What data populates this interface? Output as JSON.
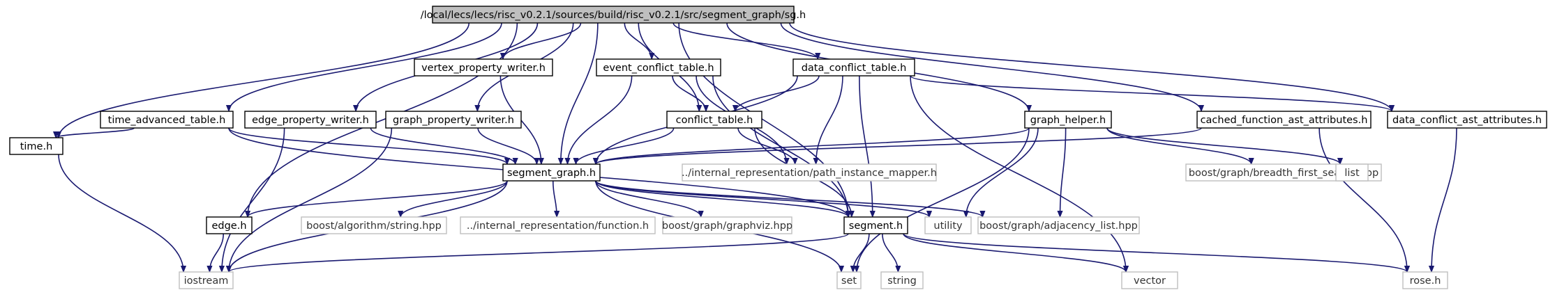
{
  "colors": {
    "edge": "#191970",
    "root_fill": "#bfbfbf",
    "local_border": "#000000",
    "external_border": "#bfbfbf"
  },
  "nodes": [
    {
      "id": "sg_h",
      "label": "/local/lecs/lecs/risc_v0.2.1/sources/build/risc_v0.2.1/src/segment_graph/sg.h",
      "kind": "root"
    },
    {
      "id": "time_h",
      "label": "time.h",
      "kind": "local"
    },
    {
      "id": "time_advanced_table_h",
      "label": "time_advanced_table.h",
      "kind": "local"
    },
    {
      "id": "edge_property_writer_h",
      "label": "edge_property_writer.h",
      "kind": "local"
    },
    {
      "id": "graph_property_writer_h",
      "label": "graph_property_writer.h",
      "kind": "local"
    },
    {
      "id": "vertex_property_writer_h",
      "label": "vertex_property_writer.h",
      "kind": "local"
    },
    {
      "id": "event_conflict_table_h",
      "label": "event_conflict_table.h",
      "kind": "local"
    },
    {
      "id": "data_conflict_table_h",
      "label": "data_conflict_table.h",
      "kind": "local"
    },
    {
      "id": "conflict_table_h",
      "label": "conflict_table.h",
      "kind": "local"
    },
    {
      "id": "graph_helper_h",
      "label": "graph_helper.h",
      "kind": "local"
    },
    {
      "id": "cached_function_ast_attributes_h",
      "label": "cached_function_ast_attributes.h",
      "kind": "local"
    },
    {
      "id": "data_conflict_ast_attributes_h",
      "label": "data_conflict_ast_attributes.h",
      "kind": "local"
    },
    {
      "id": "segment_graph_h",
      "label": "segment_graph.h",
      "kind": "local"
    },
    {
      "id": "path_instance_mapper_h",
      "label": "../internal_representation/path_instance_mapper.h",
      "kind": "external"
    },
    {
      "id": "breadth_first_search_hpp",
      "label": "boost/graph/breadth_first_search.hpp",
      "kind": "external"
    },
    {
      "id": "list",
      "label": "list",
      "kind": "external"
    },
    {
      "id": "edge_h",
      "label": "edge.h",
      "kind": "local"
    },
    {
      "id": "algorithm_string_hpp",
      "label": "boost/algorithm/string.hpp",
      "kind": "external"
    },
    {
      "id": "function_h",
      "label": "../internal_representation/function.h",
      "kind": "external"
    },
    {
      "id": "graphviz_hpp",
      "label": "boost/graph/graphviz.hpp",
      "kind": "external"
    },
    {
      "id": "segment_h",
      "label": "segment.h",
      "kind": "local"
    },
    {
      "id": "utility",
      "label": "utility",
      "kind": "external"
    },
    {
      "id": "adjacency_list_hpp",
      "label": "boost/graph/adjacency_list.hpp",
      "kind": "external"
    },
    {
      "id": "iostream",
      "label": "iostream",
      "kind": "external"
    },
    {
      "id": "set",
      "label": "set",
      "kind": "external"
    },
    {
      "id": "string",
      "label": "string",
      "kind": "external"
    },
    {
      "id": "vector",
      "label": "vector",
      "kind": "external"
    },
    {
      "id": "rose_h",
      "label": "rose.h",
      "kind": "external"
    }
  ],
  "edges": [
    [
      "sg_h",
      "time_h"
    ],
    [
      "sg_h",
      "edge_h"
    ],
    [
      "sg_h",
      "time_advanced_table_h"
    ],
    [
      "sg_h",
      "edge_property_writer_h"
    ],
    [
      "sg_h",
      "graph_property_writer_h"
    ],
    [
      "sg_h",
      "vertex_property_writer_h"
    ],
    [
      "sg_h",
      "segment_graph_h"
    ],
    [
      "sg_h",
      "event_conflict_table_h"
    ],
    [
      "sg_h",
      "conflict_table_h"
    ],
    [
      "sg_h",
      "data_conflict_table_h"
    ],
    [
      "sg_h",
      "segment_h"
    ],
    [
      "sg_h",
      "graph_helper_h"
    ],
    [
      "sg_h",
      "cached_function_ast_attributes_h"
    ],
    [
      "sg_h",
      "data_conflict_ast_attributes_h"
    ],
    [
      "time_advanced_table_h",
      "time_h"
    ],
    [
      "time_advanced_table_h",
      "segment_graph_h"
    ],
    [
      "time_advanced_table_h",
      "segment_h"
    ],
    [
      "edge_property_writer_h",
      "iostream"
    ],
    [
      "edge_property_writer_h",
      "segment_graph_h"
    ],
    [
      "graph_property_writer_h",
      "iostream"
    ],
    [
      "graph_property_writer_h",
      "segment_graph_h"
    ],
    [
      "vertex_property_writer_h",
      "segment_graph_h"
    ],
    [
      "event_conflict_table_h",
      "segment_graph_h"
    ],
    [
      "event_conflict_table_h",
      "conflict_table_h"
    ],
    [
      "event_conflict_table_h",
      "path_instance_mapper_h"
    ],
    [
      "event_conflict_table_h",
      "segment_h"
    ],
    [
      "data_conflict_table_h",
      "conflict_table_h"
    ],
    [
      "data_conflict_table_h",
      "segment_graph_h"
    ],
    [
      "data_conflict_table_h",
      "path_instance_mapper_h"
    ],
    [
      "data_conflict_table_h",
      "segment_h"
    ],
    [
      "data_conflict_table_h",
      "vector"
    ],
    [
      "data_conflict_table_h",
      "data_conflict_ast_attributes_h"
    ],
    [
      "conflict_table_h",
      "segment_graph_h"
    ],
    [
      "conflict_table_h",
      "path_instance_mapper_h"
    ],
    [
      "conflict_table_h",
      "segment_h"
    ],
    [
      "graph_helper_h",
      "segment_graph_h"
    ],
    [
      "graph_helper_h",
      "breadth_first_search_hpp"
    ],
    [
      "graph_helper_h",
      "list"
    ],
    [
      "graph_helper_h",
      "utility"
    ],
    [
      "graph_helper_h",
      "adjacency_list_hpp"
    ],
    [
      "graph_helper_h",
      "set"
    ],
    [
      "cached_function_ast_attributes_h",
      "segment_graph_h"
    ],
    [
      "cached_function_ast_attributes_h",
      "rose_h"
    ],
    [
      "data_conflict_ast_attributes_h",
      "rose_h"
    ],
    [
      "segment_graph_h",
      "edge_h"
    ],
    [
      "segment_graph_h",
      "iostream"
    ],
    [
      "segment_graph_h",
      "algorithm_string_hpp"
    ],
    [
      "segment_graph_h",
      "function_h"
    ],
    [
      "segment_graph_h",
      "graphviz_hpp"
    ],
    [
      "segment_graph_h",
      "segment_h"
    ],
    [
      "segment_graph_h",
      "utility"
    ],
    [
      "segment_graph_h",
      "adjacency_list_hpp"
    ],
    [
      "segment_graph_h",
      "set"
    ],
    [
      "time_h",
      "iostream"
    ],
    [
      "edge_h",
      "iostream"
    ],
    [
      "segment_h",
      "iostream"
    ],
    [
      "segment_h",
      "set"
    ],
    [
      "segment_h",
      "string"
    ],
    [
      "segment_h",
      "vector"
    ],
    [
      "segment_h",
      "rose_h"
    ]
  ]
}
